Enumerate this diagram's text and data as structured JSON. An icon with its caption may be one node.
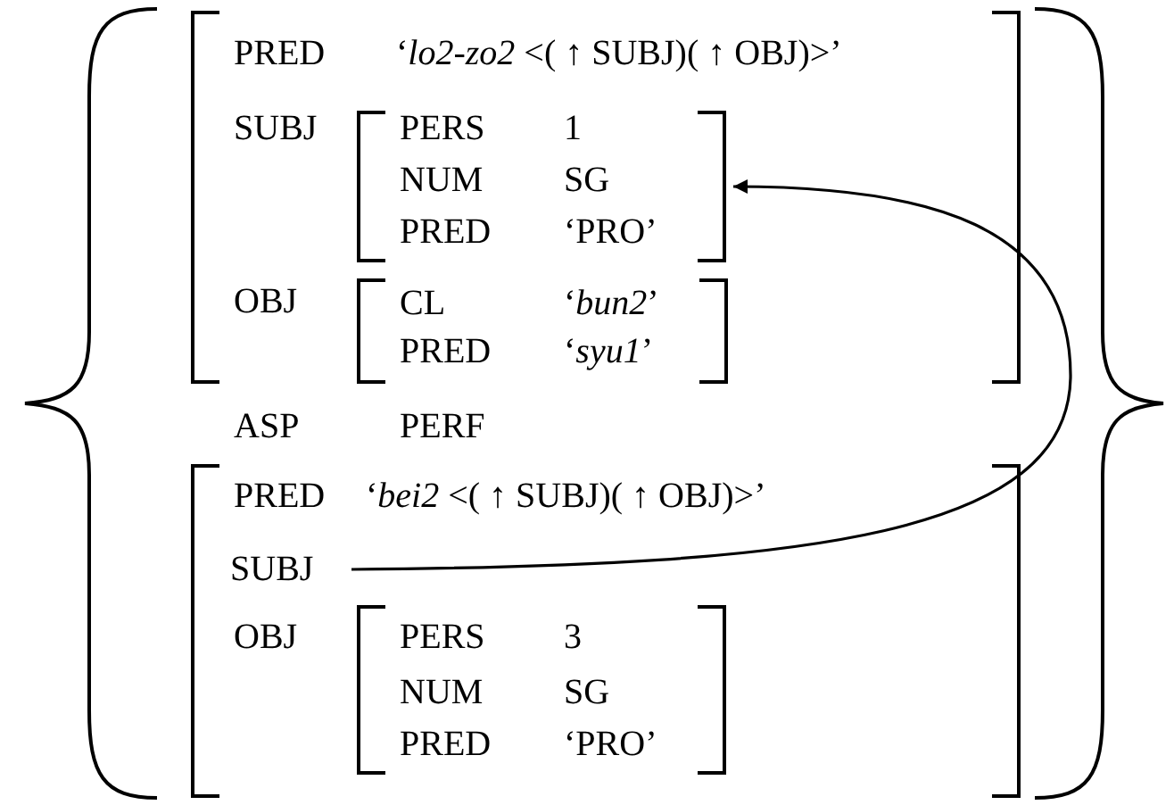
{
  "diagram": {
    "nodes": [
      {
        "text": [
          "ASP",
          "PERF"
        ]
      },
      {
        "text": [
          "PRED",
          "‘*lo2-zo2* <( ↑ SUBJ)( ↑ OBJ)>’",
          "SUBJ",
          "OBJ"
        ],
        "in": 0
      },
      {
        "text": [
          "PERS",
          "1",
          "NUM",
          "SG",
          "PRED",
          "‘PRO’"
        ],
        "in": 1
      },
      {
        "text": [
          "CL",
          "‘*bun2*’",
          "PRED",
          "‘*syu1*’"
        ],
        "in": 1
      },
      {
        "text": [
          "PRED",
          "‘*bei2* <( ↑ SUBJ)( ↑ OBJ)>’",
          "OBJ"
        ],
        "in": 0
      },
      {
        "text": [
          "SUBJ"
        ],
        "in": 4
      },
      {
        "text": [
          "PERS",
          "3",
          "NUM",
          "SG",
          "PRED",
          "‘PRO’"
        ],
        "in": 4
      }
    ],
    "edges": [
      {
        "from": 5,
        "to": 2,
        "arrow": "to"
      }
    ]
  }
}
